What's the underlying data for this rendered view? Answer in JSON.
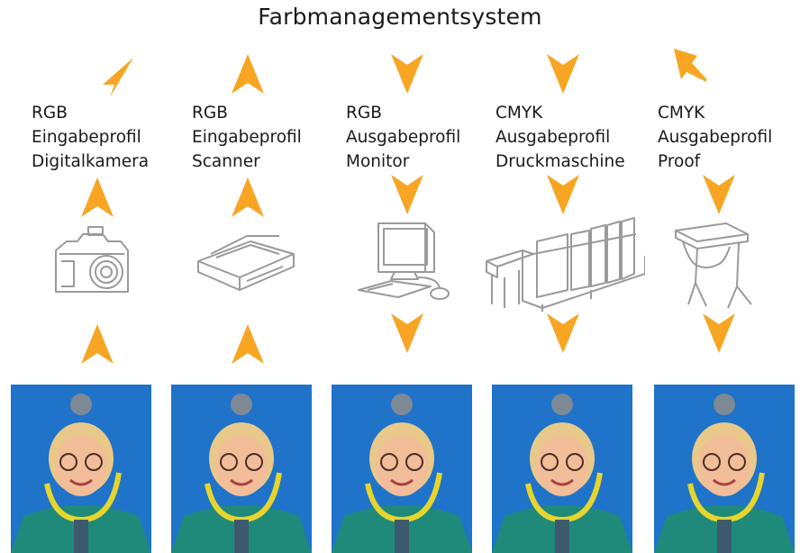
{
  "title": "Farbmanagementsystem",
  "colors": {
    "arrow": "#F7A523",
    "sketch": "#9a9a9a",
    "photo_bg": "#1f73c9"
  },
  "columns": [
    {
      "id": "digitalkamera",
      "direction": "up",
      "icon": "camera-icon",
      "lines": [
        "RGB",
        "Eingabeprofil",
        "Digitalkamera"
      ]
    },
    {
      "id": "scanner",
      "direction": "up",
      "icon": "scanner-icon",
      "lines": [
        "RGB",
        "Eingabeprofil",
        "Scanner"
      ]
    },
    {
      "id": "monitor",
      "direction": "down",
      "icon": "monitor-icon",
      "lines": [
        "RGB",
        "Ausgabeprofil",
        "Monitor"
      ]
    },
    {
      "id": "druckmaschine",
      "direction": "down",
      "icon": "printing-press-icon",
      "lines": [
        "CMYK",
        "Ausgabeprofil",
        "Druckmaschine"
      ]
    },
    {
      "id": "proof",
      "direction": "down",
      "icon": "plotter-icon",
      "lines": [
        "CMYK",
        "Ausgabeprofil",
        "Proof"
      ]
    }
  ]
}
